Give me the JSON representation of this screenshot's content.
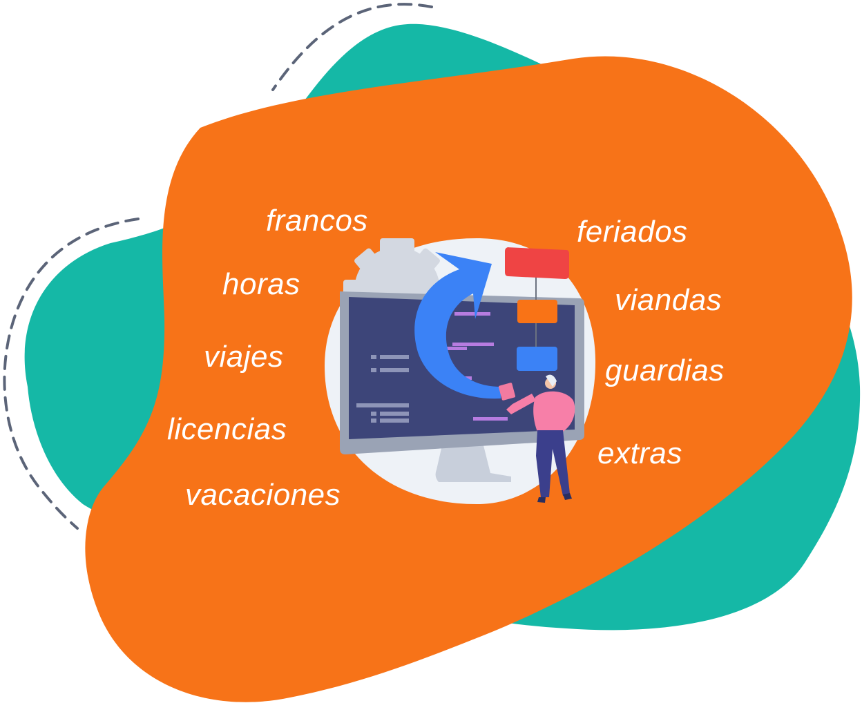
{
  "colors": {
    "teal_blob": "#15B8A6",
    "orange_blob": "#F77318",
    "dashed_line": "#5B6478",
    "word_text": "#FFFFFF",
    "monitor_screen": "#3D4579",
    "arrow_blue": "#3B82F6",
    "node_red": "#EF4444",
    "node_orange": "#F97316",
    "node_blue": "#3B82F6",
    "person_shirt": "#F77FA8",
    "person_pants": "#3B3F8C"
  },
  "illustration": {
    "icons": [
      "gear-icon",
      "refresh-arrow-icon",
      "monitor-icon",
      "flowchart-icon",
      "person-figure"
    ]
  },
  "words": {
    "left": [
      "francos",
      "horas",
      "viajes",
      "licencias",
      "vacaciones"
    ],
    "right": [
      "feriados",
      "viandas",
      "guardias",
      "extras"
    ]
  }
}
